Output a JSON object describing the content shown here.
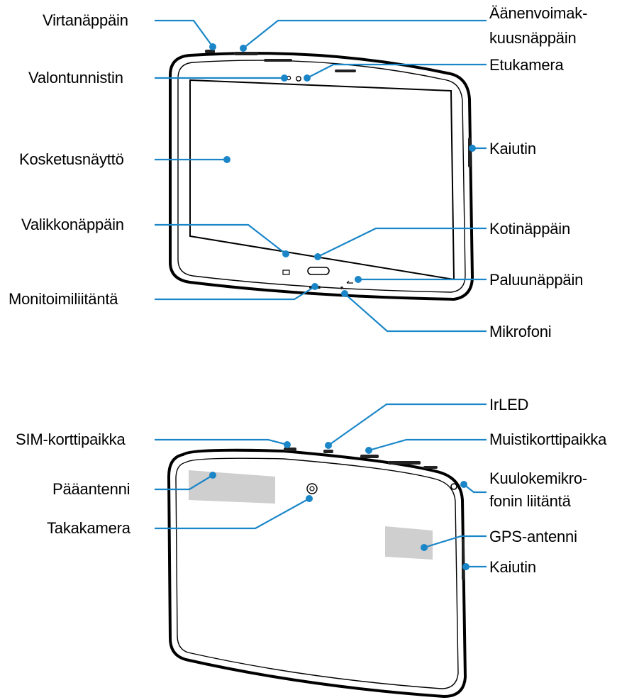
{
  "front": {
    "labels": {
      "power_key": "Virtanäppäin",
      "volume_key_line1": "Äänenvoimak-",
      "volume_key_line2": "kuusnäppäin",
      "light_sensor": "Valontunnistin",
      "front_camera": "Etukamera",
      "touchscreen": "Kosketusnäyttö",
      "speaker": "Kaiutin",
      "menu_key": "Valikkonäppäin",
      "home_key": "Kotinäppäin",
      "back_key": "Paluunäppäin",
      "multipurpose_jack": "Monitoimiliitäntä",
      "microphone": "Mikrofoni"
    }
  },
  "back": {
    "labels": {
      "ir_led": "IrLED",
      "sim_slot": "SIM-korttipaikka",
      "memory_card_slot": "Muistikorttipaikka",
      "main_antenna": "Pääantenni",
      "headset_jack_line1": "Kuulokemikro-",
      "headset_jack_line2": "fonin liitäntä",
      "rear_camera": "Takakamera",
      "gps_antenna": "GPS-antenni",
      "speaker": "Kaiutin"
    }
  },
  "colors": {
    "leader": "#1a86c8",
    "outline": "#000000",
    "antenna": "#cfcfcf"
  }
}
